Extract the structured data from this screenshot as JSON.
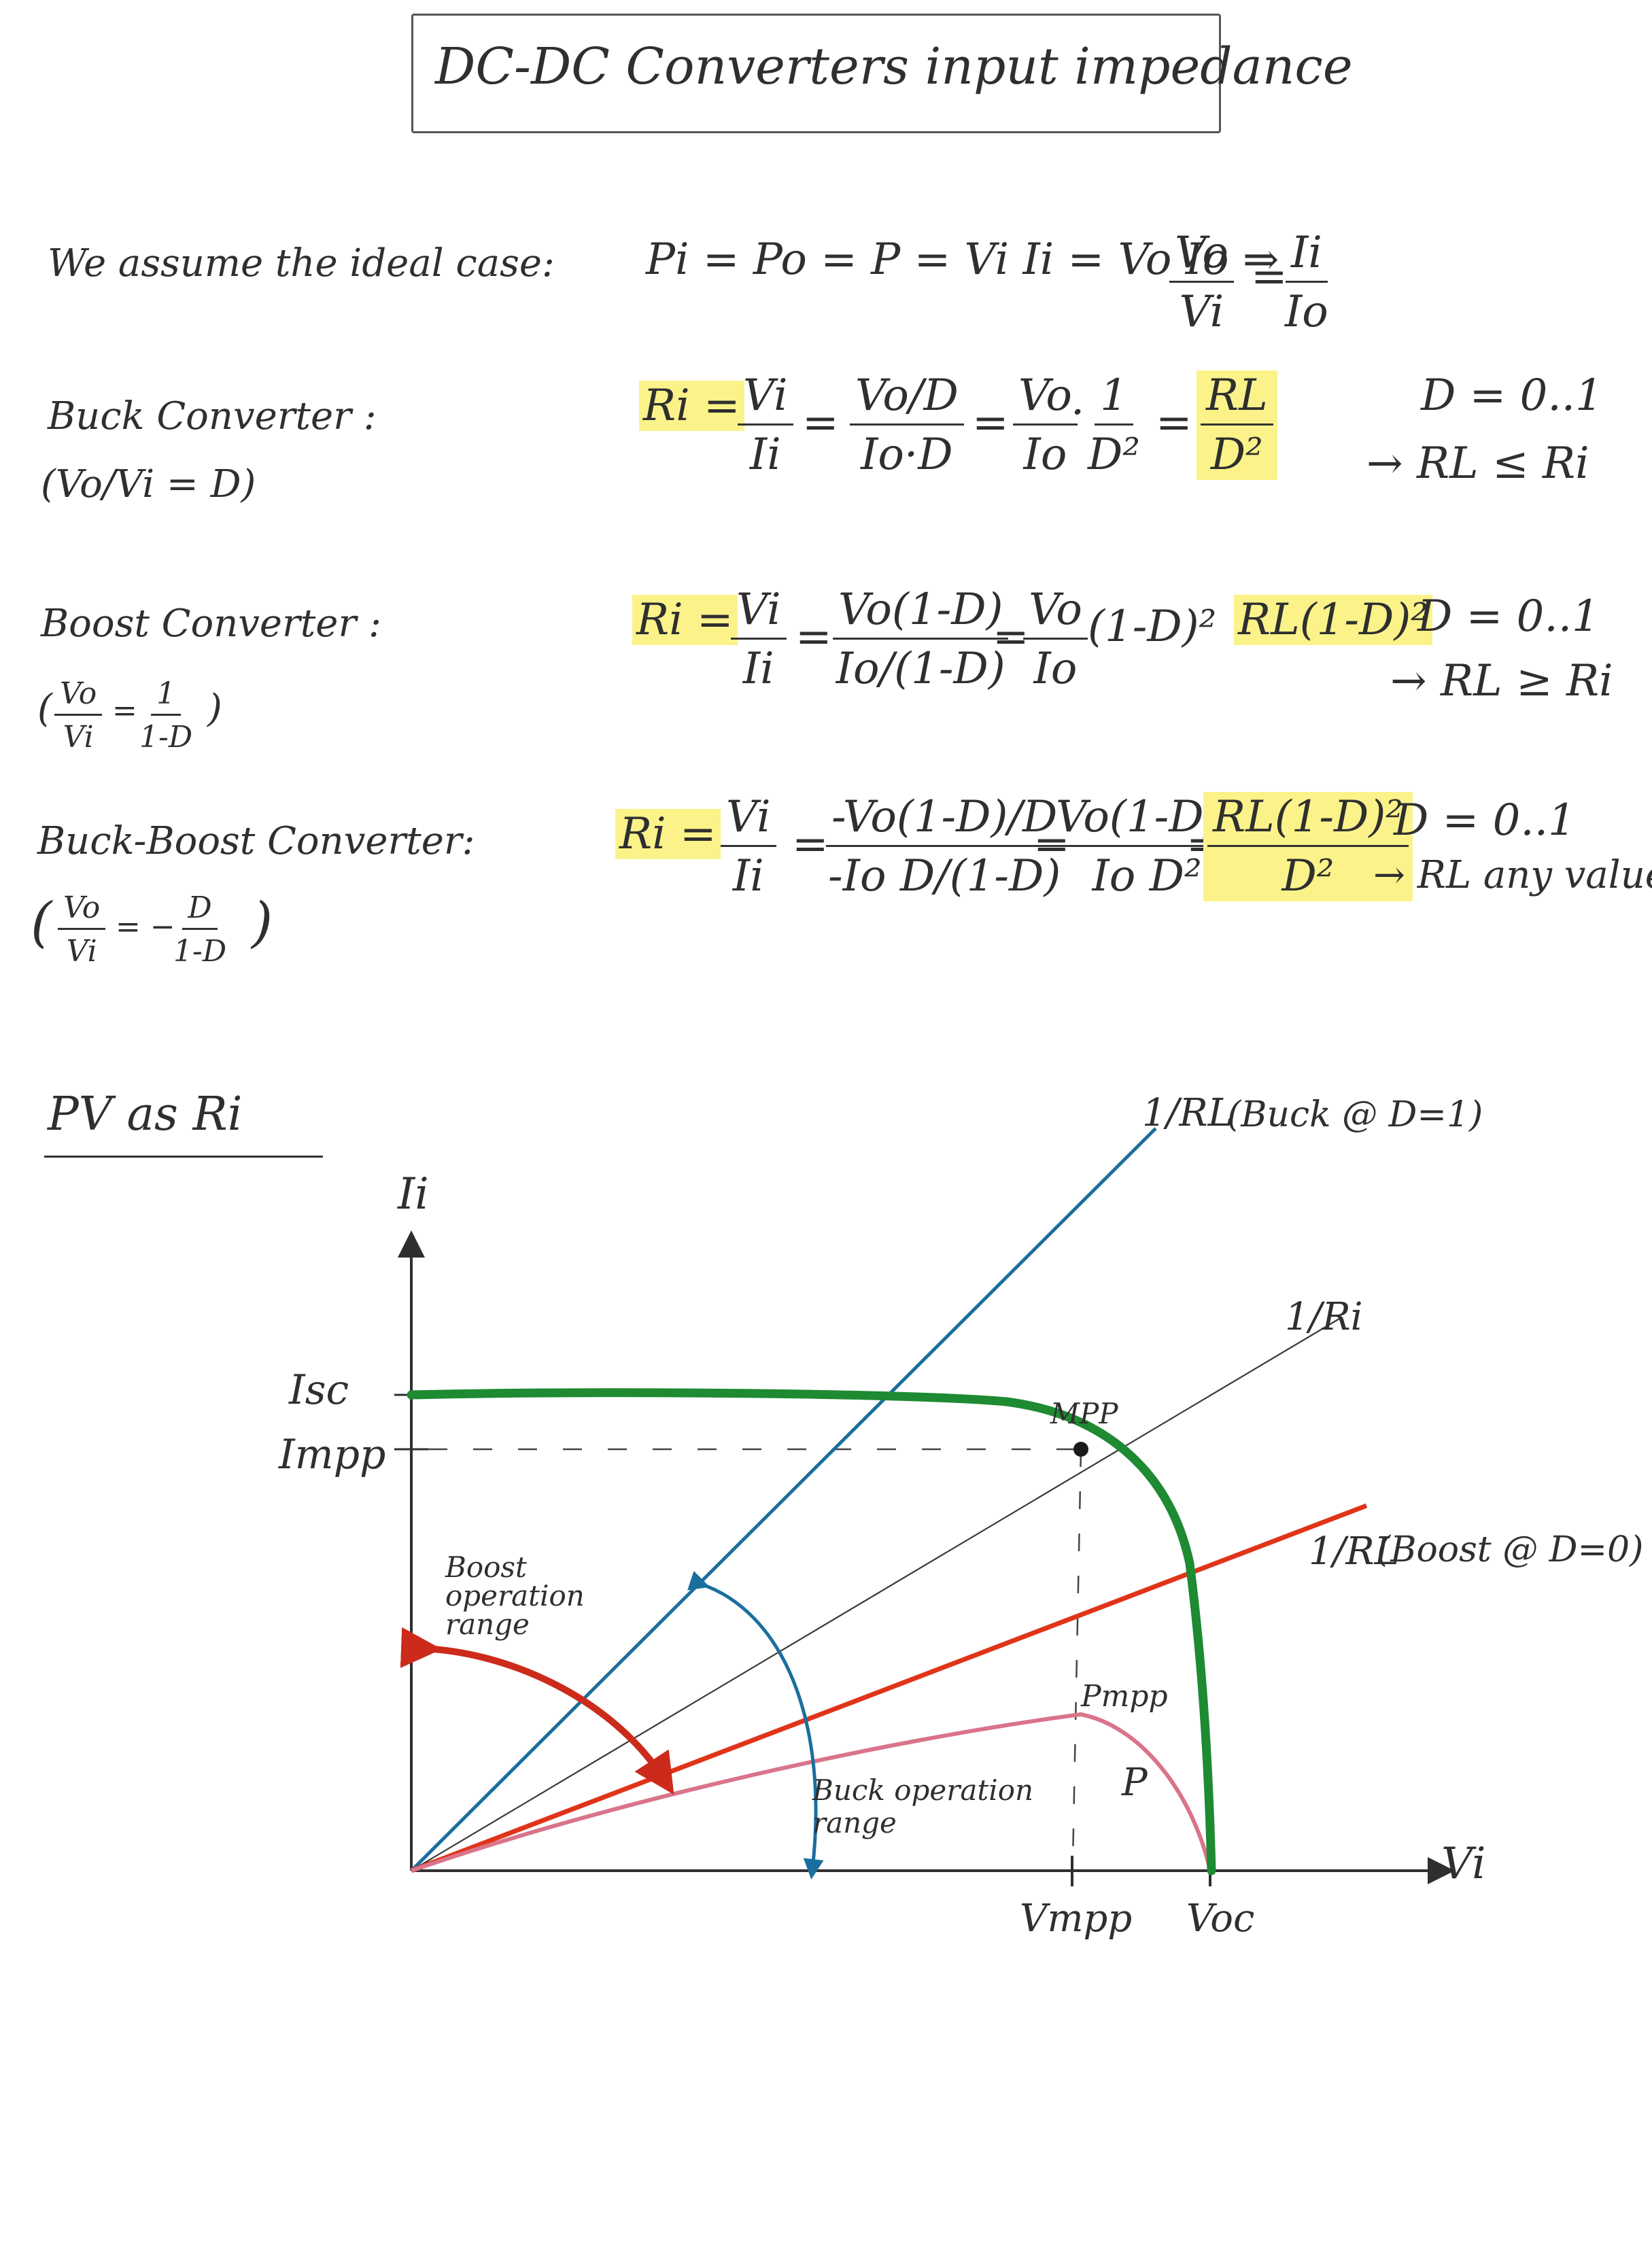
{
  "title": "DC-DC Converters input impedance",
  "assumption": {
    "prefix": "We assume the ideal case:",
    "equation": "Pi = Po = P = Vi Ii = Vo Io ⇒",
    "lhs_num": "Vo",
    "lhs_den": "Vi",
    "equals": "=",
    "rhs_num": "Ii",
    "rhs_den": "Io"
  },
  "buck": {
    "name": "Buck Converter :",
    "ratio": "(Vo/Vi = D)",
    "ri": "Ri =",
    "t1_num": "Vi",
    "t1_den": "Ii",
    "t2_num": "Vo/D",
    "t2_den": "Io·D",
    "t3_num": "Vo",
    "t3_den": "Io",
    "t3_mult": "·",
    "t3b_num": "1",
    "t3b_den": "D²",
    "result_num": "RL",
    "result_den": "D²",
    "range": "D = 0..1",
    "conclusion": "→ RL ≤ Ri"
  },
  "boost": {
    "name": "Boost Converter :",
    "ratio_lhs_num": "Vo",
    "ratio_lhs_den": "Vi",
    "ratio_rhs_num": "1",
    "ratio_rhs_den": "1-D",
    "ri": "Ri =",
    "t1_num": "Vi",
    "t1_den": "Ii",
    "t2_num": "Vo(1-D)",
    "t2_den": "Io/(1-D)",
    "t3_num": "Vo",
    "t3_den": "Io",
    "t3_tail": "(1-D)² =",
    "result": "RL(1-D)²",
    "range": "D = 0..1",
    "conclusion": "→ RL ≥ Ri"
  },
  "buckboost": {
    "name": "Buck-Boost Converter:",
    "ratio_lhs_num": "Vo",
    "ratio_lhs_den": "Vi",
    "ratio_rhs_num": "D",
    "ratio_rhs_den": "1-D",
    "ri": "Ri =",
    "t1_num": "Vi",
    "t1_den": "Ii",
    "t2_num": "-Vo(1-D)/D",
    "t2_den": "-Io D/(1-D)",
    "t3_num": "Vo(1-D)²",
    "t3_den": "Io D²",
    "result_num": "RL(1-D)²",
    "result_den": "D²",
    "range": "D = 0..1",
    "conclusion": "→ RL any value"
  },
  "pv_section": {
    "heading": "PV as Ri",
    "y_axis": "Ii",
    "x_axis": "Vi",
    "isc": "Isc",
    "impp": "Impp",
    "vmpp": "Vmpp",
    "voc": "Voc",
    "mpp": "MPP",
    "pmpp": "Pmpp",
    "power": "P",
    "line_buck": "1/RL",
    "line_buck_note": "(Buck @ D=1)",
    "line_ri": "1/Ri",
    "line_boost": "1/RL",
    "line_boost_note": "(Boost @ D=0)",
    "boost_range": [
      "Boost",
      "operation",
      "range"
    ],
    "buck_range": [
      "Buck operation",
      "range"
    ]
  },
  "colors": {
    "iv_curve": "#1e8a32",
    "buck_line": "#1b6e9e",
    "boost_line": "#e0341a",
    "boost_arrow": "#cc2a1a",
    "power_curve": "#d9748a",
    "highlight": "#fbf38a",
    "ink": "#2f2f2f"
  }
}
